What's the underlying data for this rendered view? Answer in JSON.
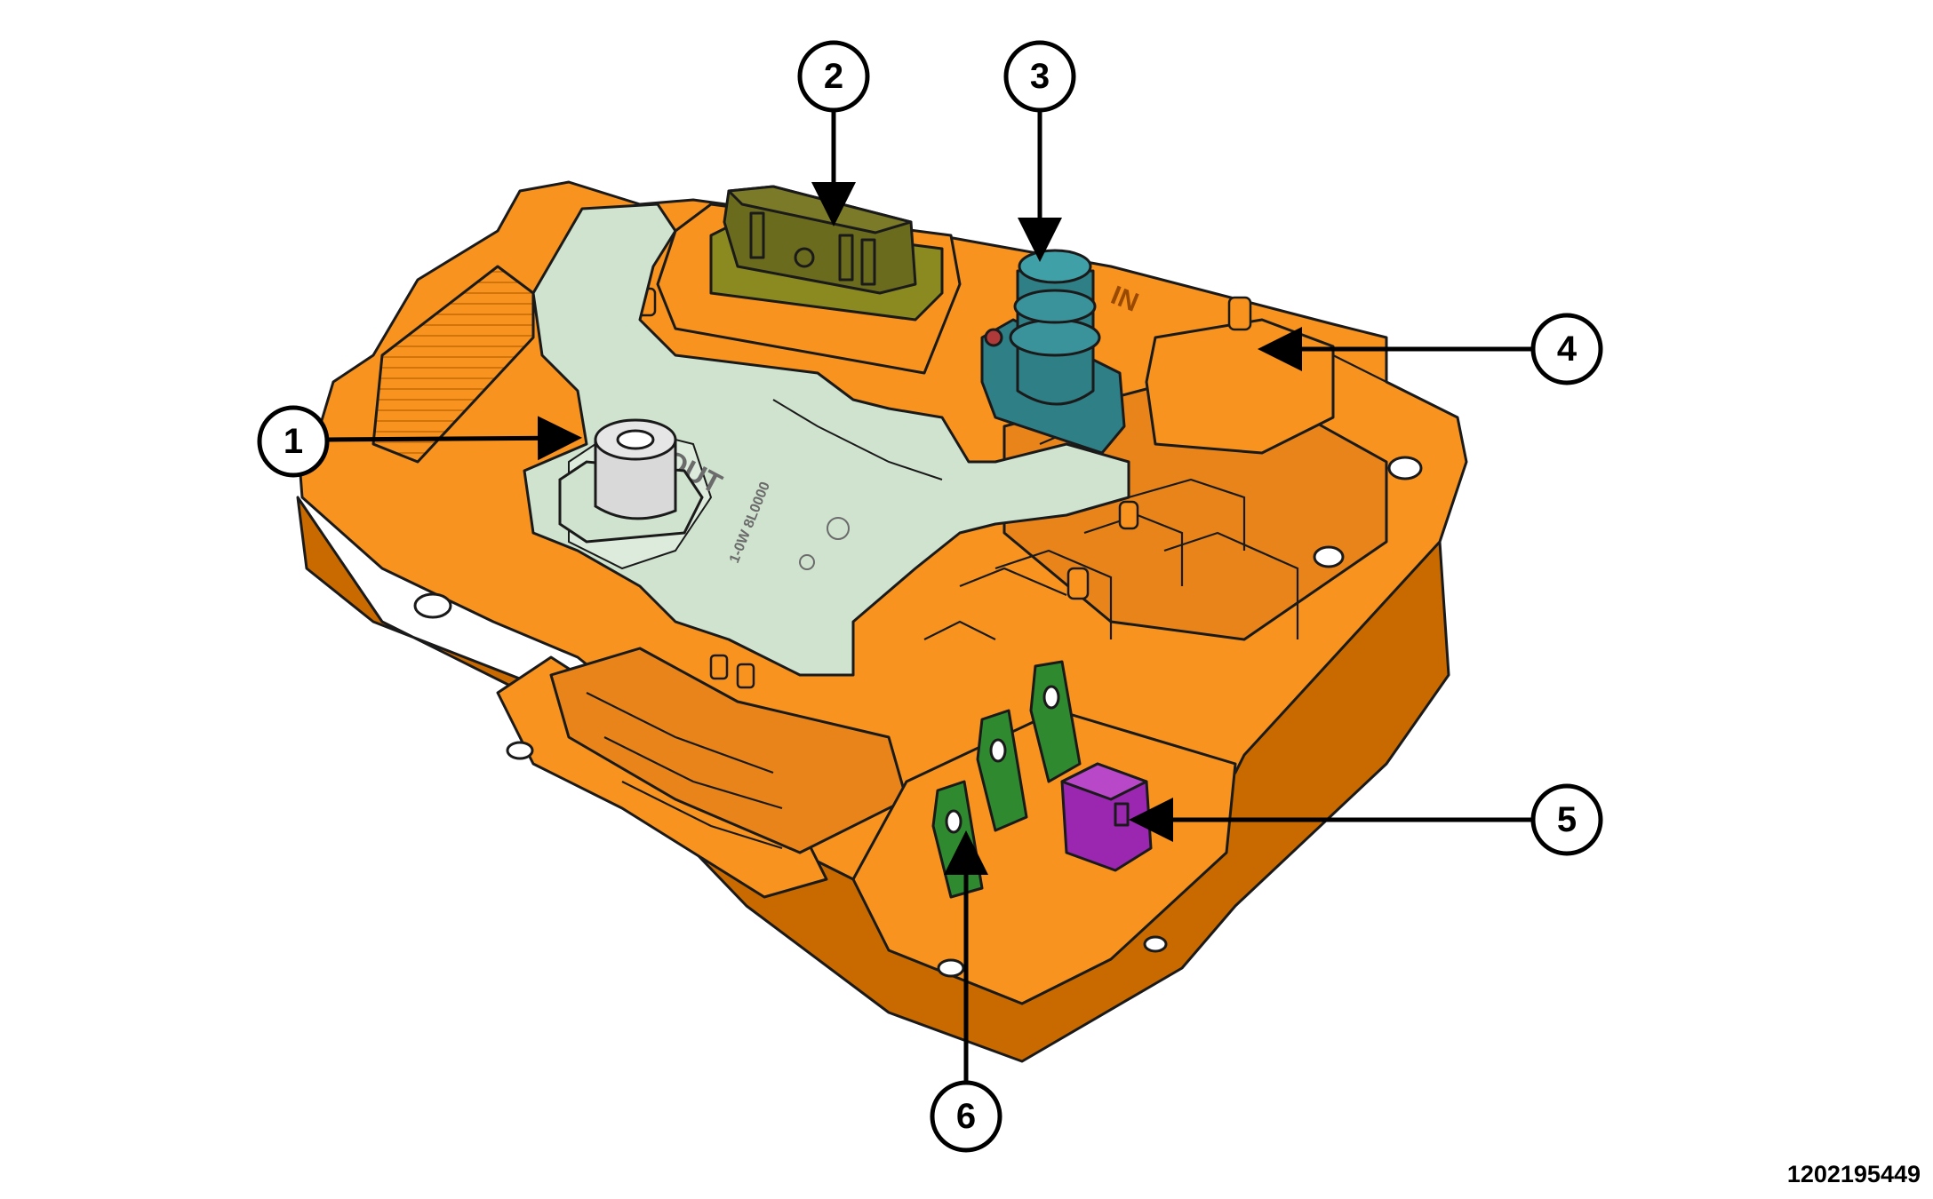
{
  "figure": {
    "id_label": "1202195449",
    "embossed_in": "IN",
    "embossed_out": "OUT",
    "embossed_part": "1-0W 8L0000"
  },
  "callouts": [
    {
      "number": "1"
    },
    {
      "number": "2"
    },
    {
      "number": "3"
    },
    {
      "number": "4"
    },
    {
      "number": "5"
    },
    {
      "number": "6"
    }
  ],
  "colors": {
    "housing": "#f7931e",
    "housing_dark": "#c96a00",
    "outline": "#1a1a1a",
    "cover_plate": "#cfe3cf",
    "connector_2": "#6b6b1e",
    "connector_3": "#2f7f86",
    "connector_5": "#9b27b0",
    "terminals_6": "#2f8a2f"
  }
}
